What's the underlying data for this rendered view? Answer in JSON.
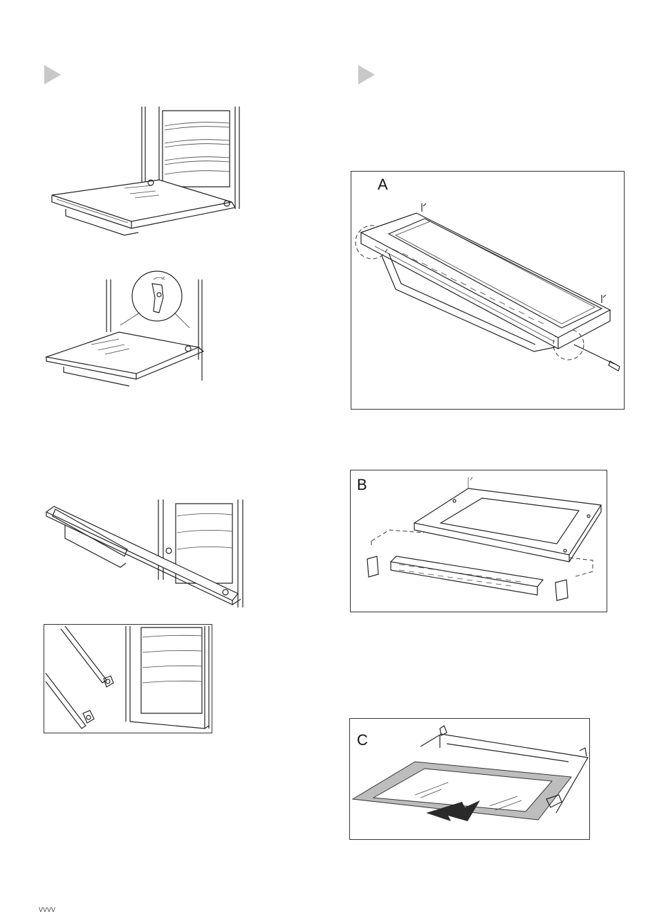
{
  "figures": {
    "a_label": "A",
    "b_label": "B",
    "c_label": "C"
  },
  "footer": {
    "text": "VVVV"
  }
}
